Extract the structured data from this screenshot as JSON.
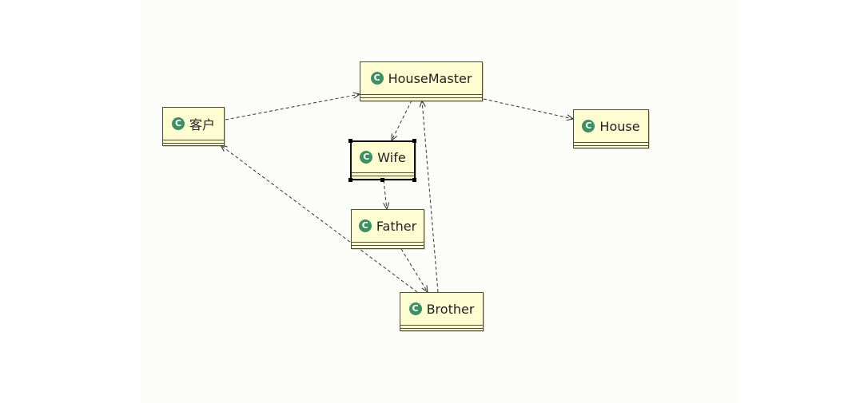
{
  "diagram": {
    "colors": {
      "box_fill": "#fefdd2",
      "box_border": "#4e4e33",
      "badge": "#3f8f63",
      "edge": "#333333"
    },
    "badge_glyph": "C",
    "classes": {
      "client": "客户",
      "housemaster": "HouseMaster",
      "house": "House",
      "wife": "Wife",
      "father": "Father",
      "brother": "Brother"
    },
    "selected_class": "Wife",
    "edges": [
      {
        "from": "客户",
        "to": "HouseMaster",
        "style": "dashed-dependency"
      },
      {
        "from": "HouseMaster",
        "to": "House",
        "style": "dashed-dependency"
      },
      {
        "from": "HouseMaster",
        "to": "Wife",
        "style": "dashed-dependency"
      },
      {
        "from": "Wife",
        "to": "Father",
        "style": "dashed-dependency"
      },
      {
        "from": "Father",
        "to": "Brother",
        "style": "dashed-dependency"
      },
      {
        "from": "Brother",
        "to": "HouseMaster",
        "style": "dashed-dependency"
      },
      {
        "from": "Brother",
        "to": "客户",
        "style": "dashed-dependency"
      }
    ]
  }
}
